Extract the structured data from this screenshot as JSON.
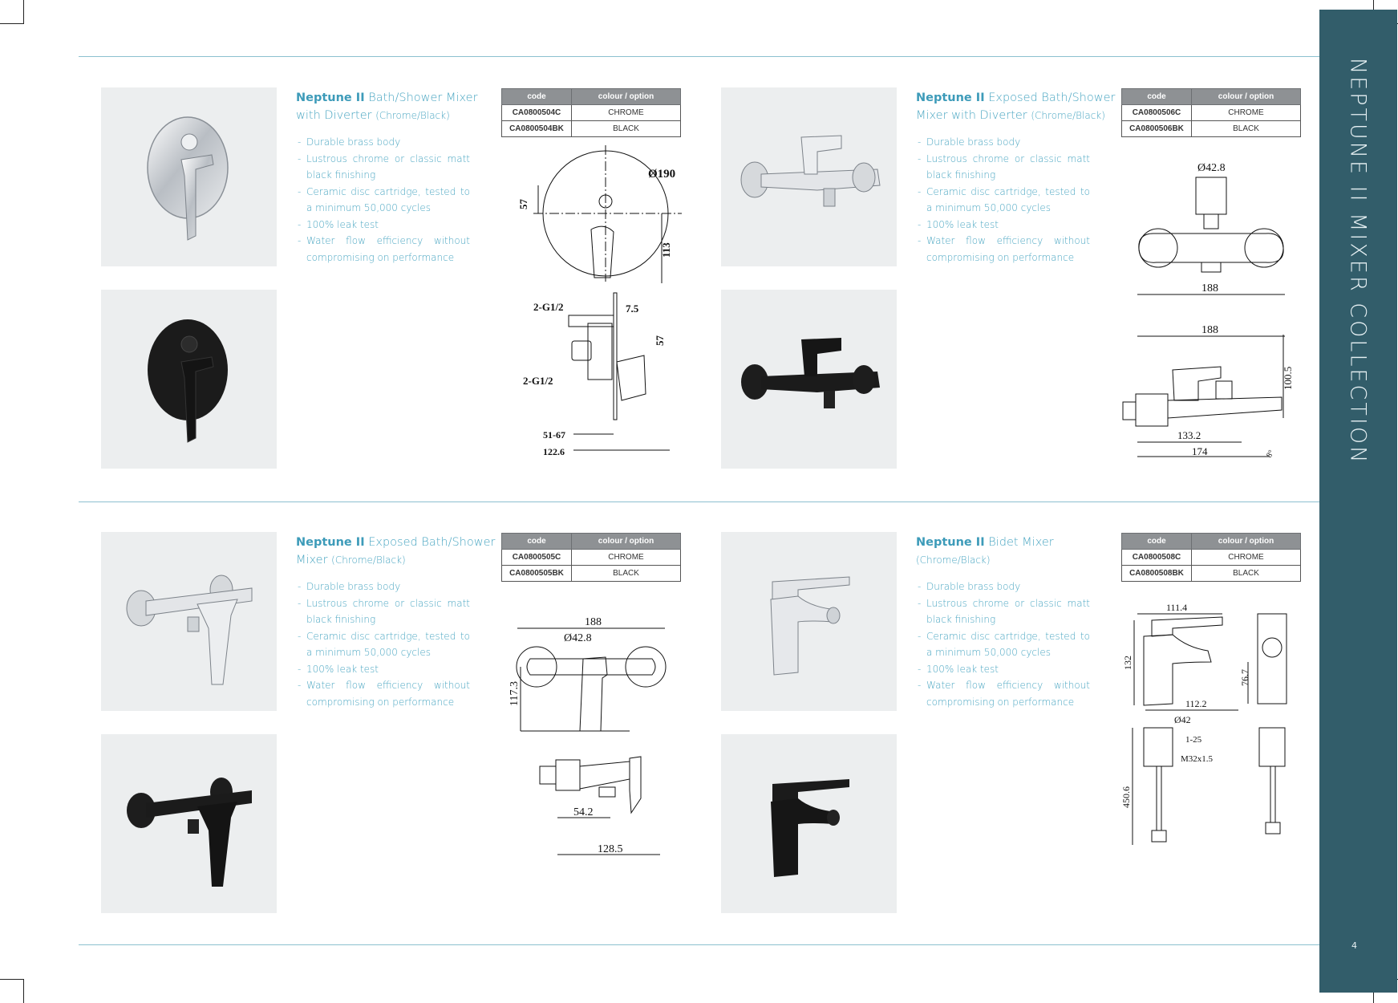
{
  "collection_title": "NEPTUNE II MIXER COLLECTION",
  "page_number": "4",
  "table_headers": {
    "code": "code",
    "option": "colour / option"
  },
  "products": [
    {
      "brand": "Neptune II",
      "name": "Bath/Shower Mixer with Diverter",
      "variant": "(Chrome/Black)",
      "features": [
        "Durable brass body",
        "Lustrous chrome or classic matt black finishing",
        "Ceramic disc cartridge, tested to a minimum 50,000 cycles",
        "100% leak test",
        "Water flow efficiency without compromising on performance"
      ],
      "codes": [
        {
          "code": "CA0800504C",
          "option": "CHROME"
        },
        {
          "code": "CA0800504BK",
          "option": "BLACK"
        }
      ],
      "dimensions": {
        "d1": "Ø190",
        "d2": "57",
        "d3": "113",
        "d4": "2-G1/2",
        "d5": "7.5",
        "d6": "57",
        "d7": "2-G1/2",
        "d8": "51-67",
        "d9": "122.6"
      }
    },
    {
      "brand": "Neptune II",
      "name": "Exposed Bath/Shower Mixer with Diverter",
      "variant": "(Chrome/Black)",
      "features": [
        "Durable brass body",
        "Lustrous chrome or classic matt black finishing",
        "Ceramic disc cartridge, tested to a minimum 50,000 cycles",
        "100% leak test",
        "Water flow efficiency without compromising on performance"
      ],
      "codes": [
        {
          "code": "CA0800506C",
          "option": "CHROME"
        },
        {
          "code": "CA0800506BK",
          "option": "BLACK"
        }
      ],
      "dimensions": {
        "d1": "Ø42.8",
        "d2": "188",
        "d3": "188",
        "d4": "100.5",
        "d5": "133.2",
        "d6": "174",
        "d7": "8°"
      }
    },
    {
      "brand": "Neptune II",
      "name": "Exposed Bath/Shower Mixer",
      "variant": "(Chrome/Black)",
      "features": [
        "Durable brass body",
        "Lustrous chrome or classic matt black finishing",
        "Ceramic disc cartridge, tested to a minimum 50,000 cycles",
        "100% leak test",
        "Water flow efficiency without compromising on performance"
      ],
      "codes": [
        {
          "code": "CA0800505C",
          "option": "CHROME"
        },
        {
          "code": "CA0800505BK",
          "option": "BLACK"
        }
      ],
      "dimensions": {
        "d1": "188",
        "d2": "Ø42.8",
        "d3": "117.3",
        "d4": "54.2",
        "d5": "128.5"
      }
    },
    {
      "brand": "Neptune II",
      "name": "Bidet Mixer",
      "variant": "(Chrome/Black)",
      "features": [
        "Durable brass body",
        "Lustrous chrome or classic matt black finishing",
        "Ceramic disc cartridge, tested to a minimum 50,000 cycles",
        "100% leak test",
        "Water flow efficiency without compromising on performance"
      ],
      "codes": [
        {
          "code": "CA0800508C",
          "option": "CHROME"
        },
        {
          "code": "CA0800508BK",
          "option": "BLACK"
        }
      ],
      "dimensions": {
        "d1": "111.4",
        "d2": "132",
        "d3": "112.2",
        "d4": "76.7",
        "d5": "Ø42",
        "d6": "1-25",
        "d7": "M32x1.5",
        "d8": "450.6"
      }
    }
  ],
  "colors": {
    "accent": "#4aa6c2",
    "sidebar": "#325d6a",
    "chrome": "#c9ccd0",
    "black": "#1b1b1b",
    "thumb_bg": "#eceeef",
    "table_header": "#8e9194"
  }
}
